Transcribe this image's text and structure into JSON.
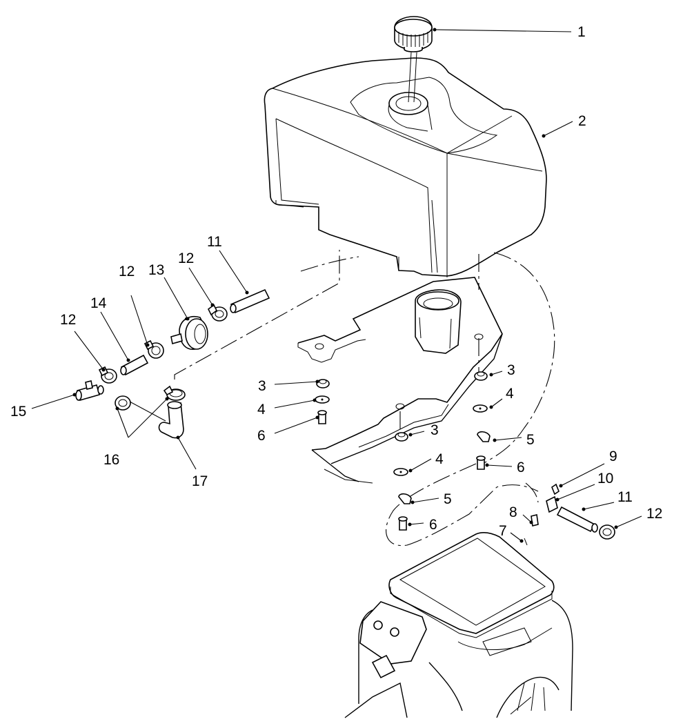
{
  "callouts": [
    {
      "id": "c1",
      "label": "1",
      "part": "fuel-cap"
    },
    {
      "id": "c2",
      "label": "2",
      "part": "fuel-tank"
    },
    {
      "id": "c3a",
      "label": "3",
      "part": "grommet"
    },
    {
      "id": "c3b",
      "label": "3",
      "part": "grommet"
    },
    {
      "id": "c3c",
      "label": "3",
      "part": "grommet"
    },
    {
      "id": "c4a",
      "label": "4",
      "part": "washer"
    },
    {
      "id": "c4b",
      "label": "4",
      "part": "washer"
    },
    {
      "id": "c4c",
      "label": "4",
      "part": "washer"
    },
    {
      "id": "c5a",
      "label": "5",
      "part": "clip"
    },
    {
      "id": "c5b",
      "label": "5",
      "part": "clip"
    },
    {
      "id": "c6a",
      "label": "6",
      "part": "bolt"
    },
    {
      "id": "c6b",
      "label": "6",
      "part": "bolt"
    },
    {
      "id": "c6c",
      "label": "6",
      "part": "bolt"
    },
    {
      "id": "c7",
      "label": "7",
      "part": "line"
    },
    {
      "id": "c8",
      "label": "8",
      "part": "connector"
    },
    {
      "id": "c9",
      "label": "9",
      "part": "screw"
    },
    {
      "id": "c10",
      "label": "10",
      "part": "fitting"
    },
    {
      "id": "c11a",
      "label": "11",
      "part": "fuel-hose"
    },
    {
      "id": "c11b",
      "label": "11",
      "part": "fuel-hose"
    },
    {
      "id": "c12a",
      "label": "12",
      "part": "hose-clamp"
    },
    {
      "id": "c12b",
      "label": "12",
      "part": "hose-clamp"
    },
    {
      "id": "c12c",
      "label": "12",
      "part": "hose-clamp"
    },
    {
      "id": "c12d",
      "label": "12",
      "part": "hose-clamp"
    },
    {
      "id": "c13",
      "label": "13",
      "part": "fuel-filter"
    },
    {
      "id": "c14",
      "label": "14",
      "part": "hose"
    },
    {
      "id": "c15",
      "label": "15",
      "part": "tee-fitting"
    },
    {
      "id": "c16",
      "label": "16",
      "part": "clamp"
    },
    {
      "id": "c17",
      "label": "17",
      "part": "elbow-hose"
    }
  ]
}
